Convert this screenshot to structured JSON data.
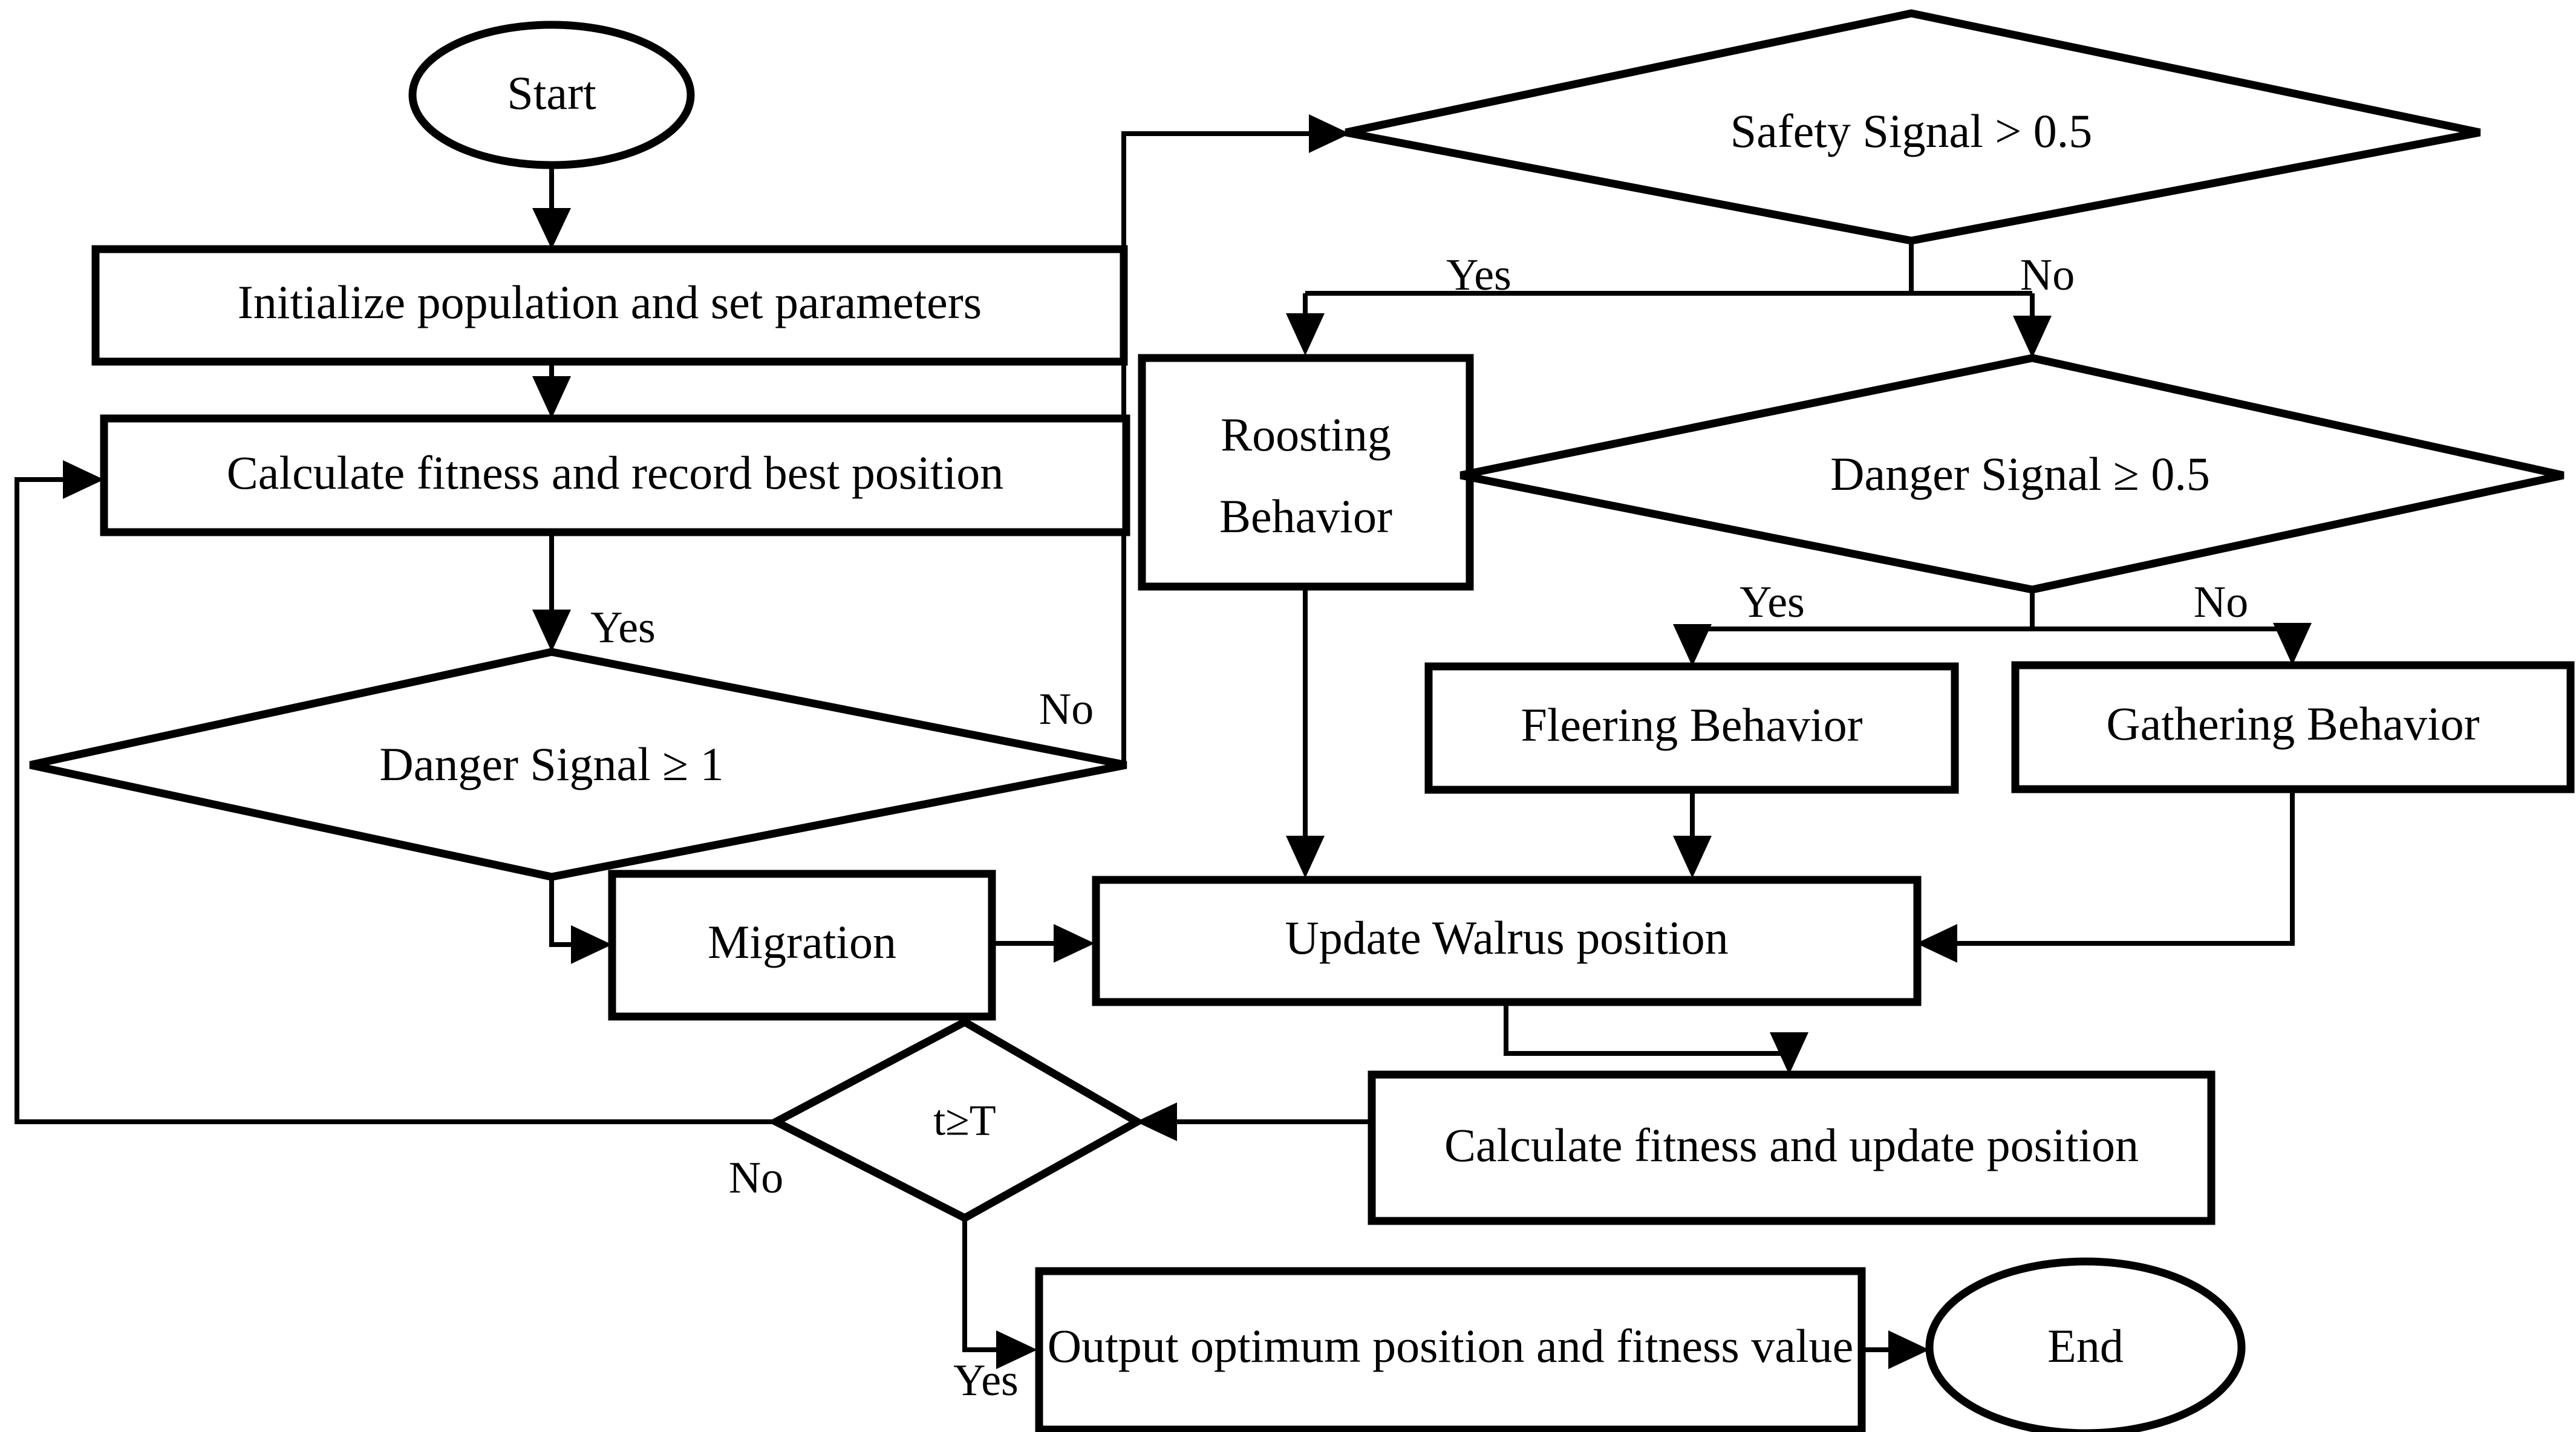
{
  "diagram": {
    "type": "flowchart",
    "title": "Walrus Optimization Algorithm Flowchart",
    "orientation": "top-to-bottom",
    "colors": {
      "background": "#ffffff",
      "stroke": "#000000",
      "fill": "#ffffff",
      "text": "#000000"
    },
    "nodes": {
      "start": {
        "label": "Start",
        "shape": "ellipse"
      },
      "init": {
        "label": "Initialize population and set parameters",
        "shape": "rectangle"
      },
      "calc_fitness": {
        "label": "Calculate fitness and record best position",
        "shape": "rectangle"
      },
      "danger_1": {
        "label": "Danger Signal  ≥ 1",
        "shape": "diamond"
      },
      "migration": {
        "label": "Migration",
        "shape": "rectangle"
      },
      "safety": {
        "label": "Safety Signal > 0.5",
        "shape": "diamond"
      },
      "roosting": {
        "label_line1": "Roosting",
        "label_line2": "Behavior",
        "shape": "rectangle"
      },
      "danger_05": {
        "label": "Danger Signal ≥ 0.5",
        "shape": "diamond"
      },
      "fleering": {
        "label": "Fleering Behavior",
        "shape": "rectangle"
      },
      "gathering": {
        "label": "Gathering Behavior",
        "shape": "rectangle"
      },
      "update_walrus": {
        "label": "Update Walrus position",
        "shape": "rectangle"
      },
      "calc_update": {
        "label": "Calculate fitness and update position",
        "shape": "rectangle"
      },
      "t_ge_T": {
        "label": "t≥T",
        "shape": "diamond"
      },
      "output": {
        "label": "Output optimum position and fitness value",
        "shape": "rectangle"
      },
      "end": {
        "label": "End",
        "shape": "ellipse"
      }
    },
    "edge_labels": {
      "danger1_yes": "Yes",
      "danger1_no": "No",
      "safety_yes": "Yes",
      "safety_no": "No",
      "danger05_yes": "Yes",
      "danger05_no": "No",
      "t_no": "No",
      "t_yes": "Yes"
    },
    "edges": [
      {
        "from": "start",
        "to": "init",
        "label": ""
      },
      {
        "from": "init",
        "to": "calc_fitness",
        "label": ""
      },
      {
        "from": "calc_fitness",
        "to": "danger_1",
        "label": "Yes"
      },
      {
        "from": "danger_1",
        "to": "migration",
        "label": ""
      },
      {
        "from": "danger_1",
        "to": "safety",
        "label": "No"
      },
      {
        "from": "safety",
        "to": "roosting",
        "label": "Yes"
      },
      {
        "from": "safety",
        "to": "danger_05",
        "label": "No"
      },
      {
        "from": "danger_05",
        "to": "fleering",
        "label": "Yes"
      },
      {
        "from": "danger_05",
        "to": "gathering",
        "label": "No"
      },
      {
        "from": "migration",
        "to": "update_walrus",
        "label": ""
      },
      {
        "from": "roosting",
        "to": "update_walrus",
        "label": ""
      },
      {
        "from": "fleering",
        "to": "update_walrus",
        "label": ""
      },
      {
        "from": "gathering",
        "to": "update_walrus",
        "label": ""
      },
      {
        "from": "update_walrus",
        "to": "calc_update",
        "label": ""
      },
      {
        "from": "calc_update",
        "to": "t_ge_T",
        "label": ""
      },
      {
        "from": "t_ge_T",
        "to": "calc_fitness",
        "label": "No"
      },
      {
        "from": "t_ge_T",
        "to": "output",
        "label": "Yes"
      },
      {
        "from": "output",
        "to": "end",
        "label": ""
      }
    ]
  }
}
